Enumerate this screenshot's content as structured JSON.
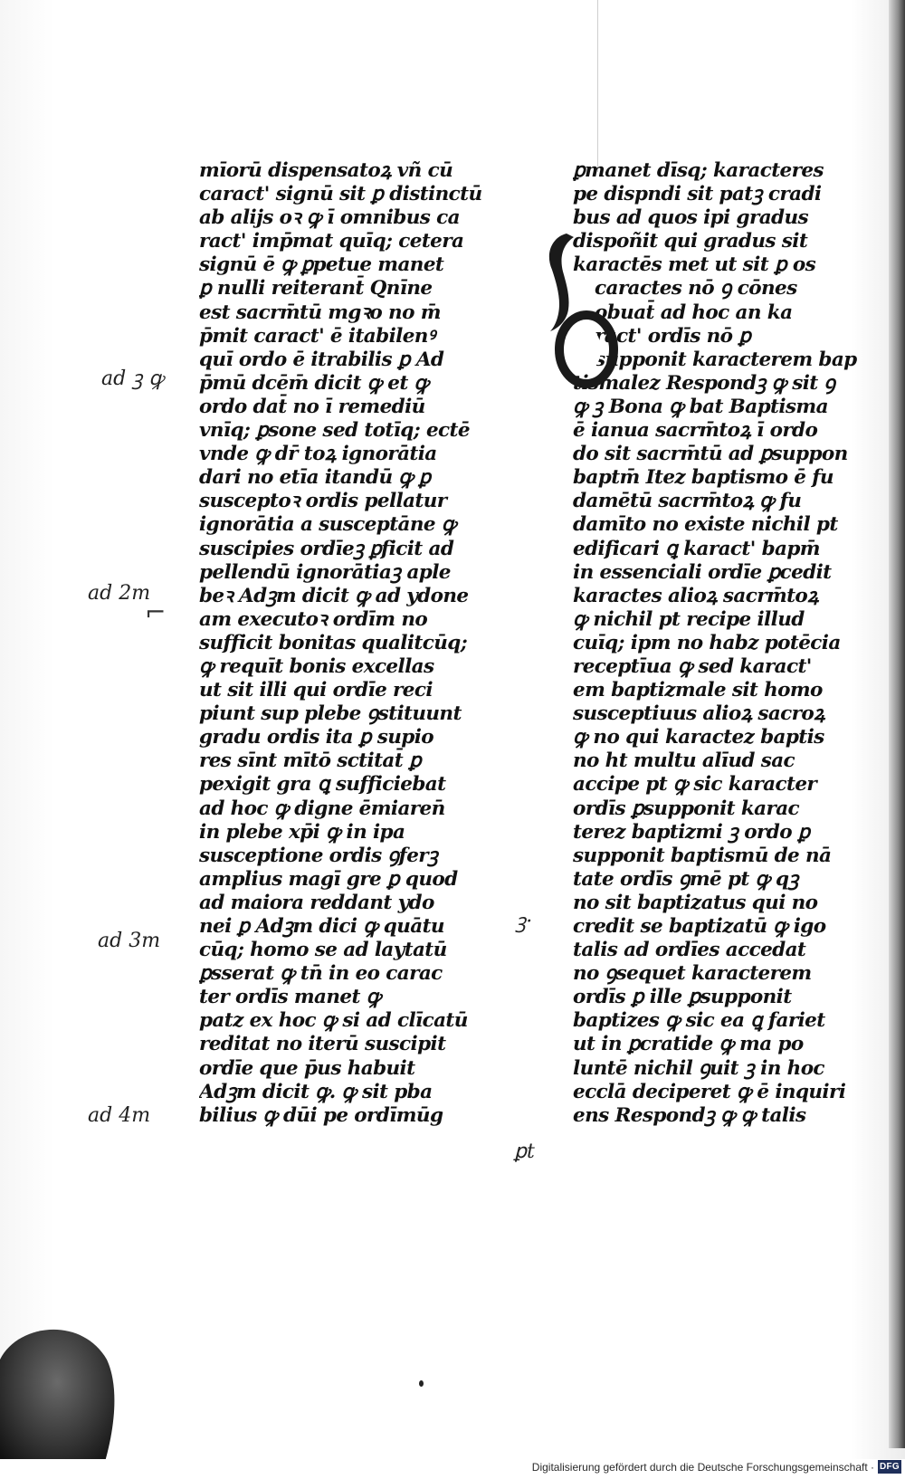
{
  "manuscript": {
    "left_column": [
      "mīorū dispensatoꝝ vñ cū",
      "caract' signū sit ꝑ distinctū",
      "ab alijs oꝛ ꝙ ī omnibus ca",
      "ract' imp̄mat quīq; cetera",
      "signū ē ꝙ ꝑpetue manet",
      "ꝑ nulli reiterant̄ Qnīne",
      "est sacrm̄tū mgꝛo no m̄",
      "p̄mit caract' ē itabilenꝰ",
      "quī ordo ē itrabilis ꝑ Ad",
      "p̄mū dcēm̄ dicit ꝙ et ꝙ",
      "ordo dat̄ no ī remediū",
      "vnīq; ꝑsone sed totīq; ectē",
      "vnde ꝙ dr̄ toꝝ ignorātia",
      "dari no etīa itandū ꝙ ꝑ",
      "susceptoꝛ ordis pellatur",
      "ignorātia a susceptāne ꝙ",
      "suscipies ordīeꝫ ꝑficit ad",
      "pellendū ignorātiaꝫ aple",
      "beꝛ Adꝫm dicit ꝙ ad ydone",
      "am executoꝛ ordīm no",
      "sufficit bonitas qualitcūq;",
      "ꝙ requīt bonis excellas",
      "ut sit illi qui ordīe reci",
      "piunt sup plebe ꝯstituunt",
      "gradu ordis ita ꝑ supio",
      "res sīnt mītō sctitat̄ ꝑ",
      "pexigit gra ꝗ sufficiebat",
      "ad hoc ꝙ digne ēmiaren̄",
      "in plebe xp̄i ꝙ in ipa",
      "susceptione ordis ꝯferꝫ",
      "amplius magī gre ꝑ quod",
      "ad maiora reddant ydo",
      "nei ꝑ Adꝫm dici ꝙ quātu",
      "cūq; homo se ad laytatū",
      "ꝑsserat ꝙ tn̄ in eo carac",
      "ter ordīs manet ꝙ",
      "patz ex hoc ꝙ si ad clīcatū",
      "reditat no iterū suscipit",
      "ordīe que p̄us habuit",
      "Adꝫm dicit ꝙ. ꝙ sit pba",
      "bilius ꝙ dūi pe ordīmūg"
    ],
    "right_column": [
      "ꝑmanet dīsq; karacteres",
      "pe dispndi sit patꝫ cradi",
      "bus ad quos ipi gradus",
      "dispoñit qui gradus sit",
      "karactēs met ut sit ꝑ os",
      "caractes nō ꝯ cōnes",
      "obuat̄ ad hoc an ka",
      "ract' ordīs nō ꝑ",
      "supponit karacterem bap",
      "tismalez Respondꝫ ꝙ sit ꝯ",
      "ꝙ ꝫ Bona ꝙ bat Baptisma",
      "ē ianua sacrm̄toꝝ ī ordo",
      "do sit sacrm̄tū ad ꝑsuppon",
      "baptm̄ Itez baptismo ē fu",
      "damētū sacrm̄toꝝ ꝙ fu",
      "damīto no existe nichil pt",
      "edificari ꝗ karact' bapm̄",
      "in essenciali ordīe ꝑcedit",
      "karactes alioꝝ sacrm̄toꝝ",
      "ꝙ nichil pt recipe illud",
      "cuīq; ipm no habz potēcia",
      "receptīua ꝙ sed karact'",
      "em baptizmale sit homo",
      "susceptiuus alioꝝ sacroꝝ",
      "ꝙ no qui karactez baptis",
      "no ht multu alīud sac",
      "accipe pt ꝙ sic karacter",
      "ordīs ꝑsupponit karac",
      "terez baptizmi ꝫ ordo ꝑ",
      "supponit baptismū de nā",
      "tate ordīs ꝯmē pt ꝙ qꝫ",
      "no sit baptizatus qui no",
      "credit se baptizatū ꝙ igo",
      "talis ad ordīes accedat",
      "no ꝯsequet karacterem",
      "ordīs ꝑ ille ꝑsupponit",
      "baptizes ꝙ sic ea ꝗ fariet",
      "ut in ꝑcratide ꝙ ma po",
      "luntē nichil ꝯuit ꝫ in hoc",
      "ecclā deciperet ꝙ ē inquiri",
      "ens Respondꝫ ꝙ ꝙ talis"
    ],
    "initial_letter": "O",
    "marginalia": {
      "ad1": "ad ꝫ ꝙ",
      "ad2": "ad 2m",
      "ad3": "ad 3m",
      "ad4": "ad 4m",
      "gloss_mid": "ꝫ·",
      "gloss_bottom": "ꝑt"
    }
  },
  "footer": {
    "credit": "Digitalisierung gefördert durch die Deutsche Forschungsgemeinschaft ·",
    "logo": "DFG"
  }
}
